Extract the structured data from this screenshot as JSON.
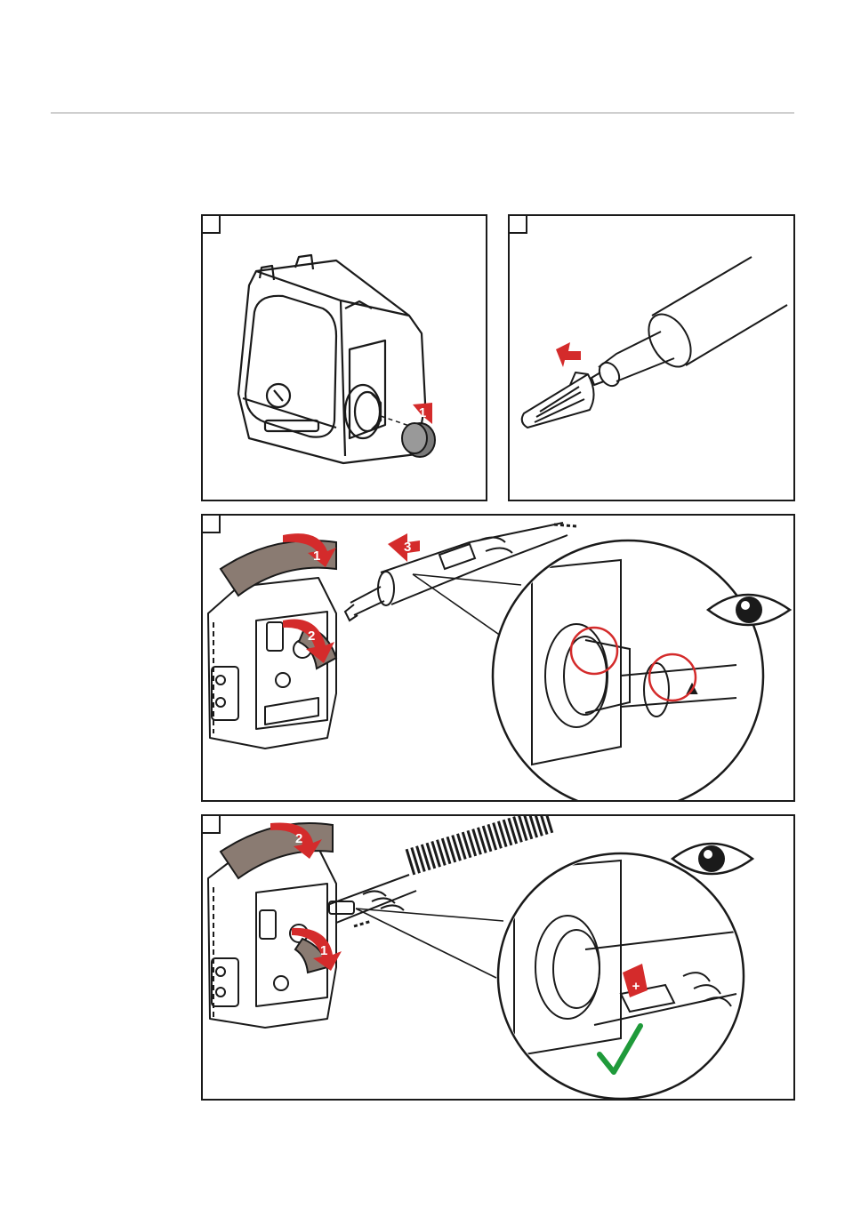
{
  "page": {
    "colors": {
      "line": "#1a1a1a",
      "accent_red": "#d42b2b",
      "check_green": "#1f9a3a",
      "shade_brown": "#8a7b72",
      "rule_gray": "#cfcfcf"
    }
  },
  "panels": [
    {
      "id": "panel-1",
      "description_icons": [
        "wirefeeder-housing",
        "protective-cap"
      ],
      "callouts": [
        "1"
      ]
    },
    {
      "id": "panel-2",
      "description_icons": [
        "torch-hose",
        "nozzle"
      ],
      "callouts": []
    },
    {
      "id": "panel-3",
      "description_icons": [
        "wirefeeder-open",
        "torch-connector",
        "magnifier-detail",
        "eye-icon"
      ],
      "callouts": [
        "1",
        "2",
        "3"
      ]
    },
    {
      "id": "panel-4",
      "description_icons": [
        "wirefeeder-open",
        "corrugated-hose",
        "magnifier-detail",
        "eye-icon",
        "check-icon"
      ],
      "callouts": [
        "2",
        "1",
        "+"
      ]
    }
  ]
}
